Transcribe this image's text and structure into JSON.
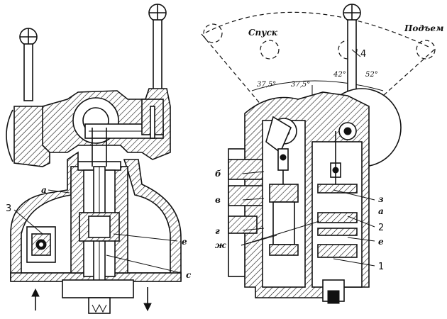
{
  "left_view": {
    "labels": {
      "a": "а",
      "num3": "3",
      "e": "е",
      "c": "с"
    },
    "arrows": [
      "up-arrow",
      "down-arrow"
    ]
  },
  "right_view": {
    "labels": {
      "spusk": "Спуск",
      "podem": "Подъем",
      "num4": "4",
      "ang1": "37,5°",
      "ang2": "37,5°",
      "ang3": "42°",
      "ang4": "52°",
      "b": "б",
      "v": "в",
      "g": "г",
      "zh": "ж",
      "z": "з",
      "a": "а",
      "num2": "2",
      "e": "е",
      "num1": "1"
    }
  }
}
